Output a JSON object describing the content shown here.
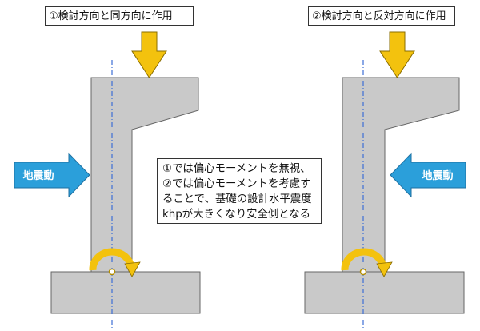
{
  "case_1": {
    "title": "①検討方向と同方向に作用",
    "seismic_label": "地震動"
  },
  "case_2": {
    "title": "②検討方向と反対方向に作用",
    "seismic_label": "地震動"
  },
  "note": {
    "lines": [
      "①では偏心モーメントを無視、",
      "②では偏心モーメントを考慮す",
      "ることで、基礎の設計水平震度",
      "khpが大きくなり安全側となる"
    ]
  },
  "colors": {
    "concrete": "#c9c9c9",
    "load_arrow": "#f3c20e",
    "seismic_arrow": "#2b9fda",
    "center_line": "#3d6fd6"
  }
}
